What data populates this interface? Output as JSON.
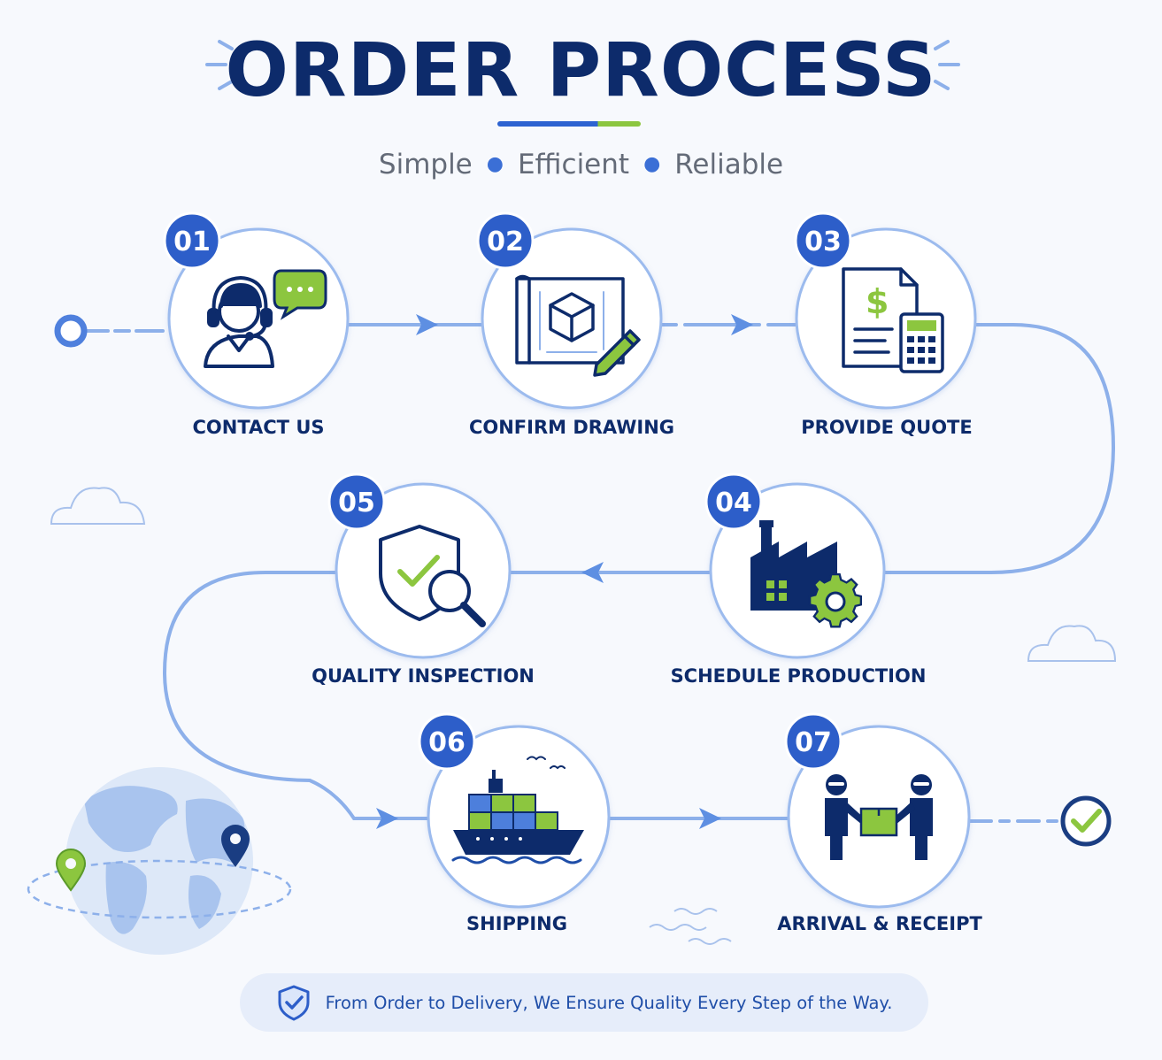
{
  "header": {
    "title": "ORDER PROCESS",
    "tagline": [
      "Simple",
      "Efficient",
      "Reliable"
    ]
  },
  "steps": [
    {
      "number": "01",
      "label": "CONTACT US",
      "icon": "headset-support-icon"
    },
    {
      "number": "02",
      "label": "CONFIRM DRAWING",
      "icon": "blueprint-drawing-icon"
    },
    {
      "number": "03",
      "label": "PROVIDE QUOTE",
      "icon": "quote-calculator-icon"
    },
    {
      "number": "04",
      "label": "SCHEDULE PRODUCTION",
      "icon": "factory-gear-icon"
    },
    {
      "number": "05",
      "label": "QUALITY INSPECTION",
      "icon": "shield-magnifier-icon"
    },
    {
      "number": "06",
      "label": "SHIPPING",
      "icon": "cargo-ship-icon"
    },
    {
      "number": "07",
      "label": "ARRIVAL & RECEIPT",
      "icon": "handover-package-icon"
    }
  ],
  "footer": {
    "text": "From Order to Delivery, We Ensure Quality Every Step of the Way.",
    "icon": "shield-check-icon"
  },
  "colors": {
    "navy": "#0d2b6b",
    "blue": "#2d63d1",
    "light_blue": "#8db0ea",
    "green": "#8cc63f",
    "background": "#f7f9fd"
  }
}
